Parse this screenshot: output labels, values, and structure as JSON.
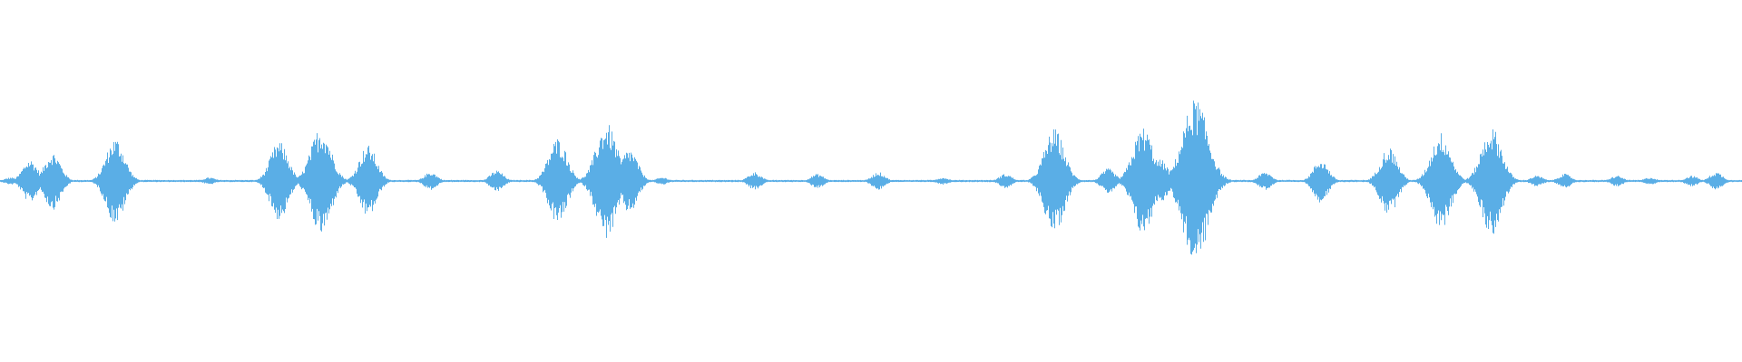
{
  "waveform": {
    "color": "#5aaee6",
    "bursts": [
      {
        "t": 0.006,
        "a": 0.02
      },
      {
        "t": 0.017,
        "a": 0.12
      },
      {
        "t": 0.03,
        "a": 0.16
      },
      {
        "t": 0.066,
        "a": 0.24
      },
      {
        "t": 0.12,
        "a": 0.02
      },
      {
        "t": 0.16,
        "a": 0.22
      },
      {
        "t": 0.184,
        "a": 0.3
      },
      {
        "t": 0.211,
        "a": 0.2
      },
      {
        "t": 0.247,
        "a": 0.05
      },
      {
        "t": 0.285,
        "a": 0.06
      },
      {
        "t": 0.32,
        "a": 0.24
      },
      {
        "t": 0.348,
        "a": 0.32
      },
      {
        "t": 0.361,
        "a": 0.18
      },
      {
        "t": 0.38,
        "a": 0.02
      },
      {
        "t": 0.433,
        "a": 0.05
      },
      {
        "t": 0.469,
        "a": 0.04
      },
      {
        "t": 0.504,
        "a": 0.05
      },
      {
        "t": 0.541,
        "a": 0.02
      },
      {
        "t": 0.577,
        "a": 0.04
      },
      {
        "t": 0.605,
        "a": 0.29
      },
      {
        "t": 0.636,
        "a": 0.07
      },
      {
        "t": 0.656,
        "a": 0.3
      },
      {
        "t": 0.666,
        "a": 0.12
      },
      {
        "t": 0.686,
        "a": 0.46
      },
      {
        "t": 0.726,
        "a": 0.05
      },
      {
        "t": 0.758,
        "a": 0.12
      },
      {
        "t": 0.797,
        "a": 0.19
      },
      {
        "t": 0.827,
        "a": 0.27
      },
      {
        "t": 0.856,
        "a": 0.3
      },
      {
        "t": 0.882,
        "a": 0.03
      },
      {
        "t": 0.898,
        "a": 0.04
      },
      {
        "t": 0.928,
        "a": 0.03
      },
      {
        "t": 0.947,
        "a": 0.02
      },
      {
        "t": 0.971,
        "a": 0.03
      },
      {
        "t": 0.985,
        "a": 0.05
      }
    ]
  }
}
